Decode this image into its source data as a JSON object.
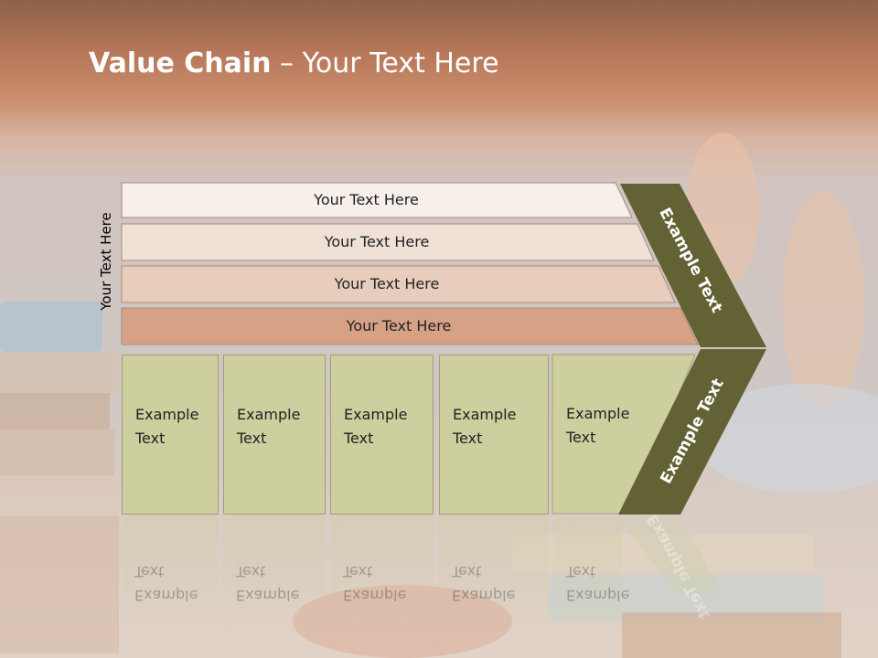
{
  "title": {
    "bold": "Value Chain",
    "rest": " – Your Text Here"
  },
  "side_label": "Your Text Here",
  "bars": [
    {
      "label": "Your Text Here",
      "color": "#f6efea"
    },
    {
      "label": "Your Text Here",
      "color": "#f0e1d7"
    },
    {
      "label": "Your Text Here",
      "color": "#e8cdbd"
    },
    {
      "label": "Your Text Here",
      "color": "#d6a185"
    }
  ],
  "boxes": [
    {
      "line1": "Example",
      "line2": "Text"
    },
    {
      "line1": "Example",
      "line2": "Text"
    },
    {
      "line1": "Example",
      "line2": "Text"
    },
    {
      "line1": "Example",
      "line2": "Text"
    },
    {
      "line1": "Example",
      "line2": "Text"
    }
  ],
  "chevrons": {
    "top_label": "Example Text",
    "bottom_label": "Example Text",
    "color": "#636235"
  },
  "colors": {
    "box_fill": "#cdcf9f",
    "box_border": "#9e9f74"
  }
}
